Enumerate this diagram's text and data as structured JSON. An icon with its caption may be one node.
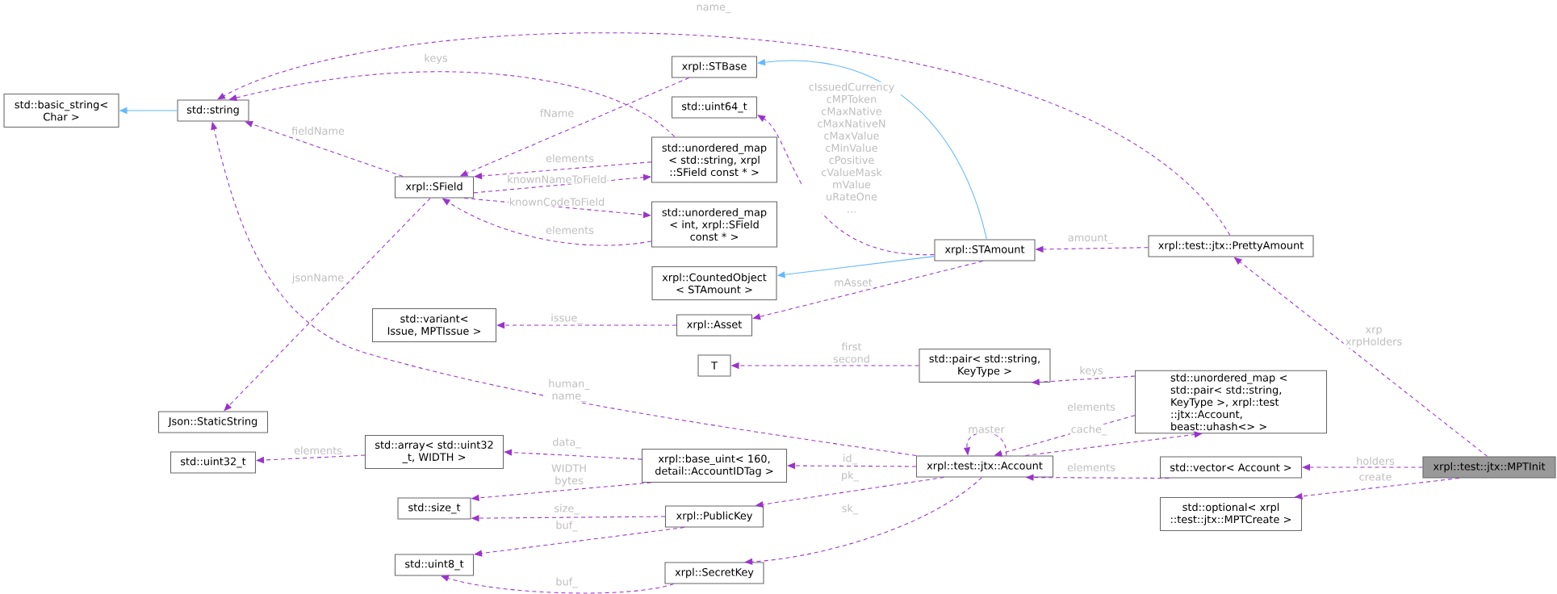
{
  "diagram": {
    "nodes": [
      {
        "text": [
          "std::basic_string< Char >"
        ]
      },
      {
        "text": [
          "std::string"
        ]
      },
      {
        "text": [
          "xrpl::SField"
        ]
      },
      {
        "text": [
          "Json::StaticString"
        ]
      },
      {
        "text": [
          "std::uint32_t"
        ]
      },
      {
        "text": [
          "xrpl::STBase"
        ]
      },
      {
        "text": [
          "std::uint64_t"
        ]
      },
      {
        "text": [
          "std::unordered_map < std::string, xrpl ::SField const * >"
        ]
      },
      {
        "text": [
          "std::unordered_map < int, xrpl::SField const * >"
        ]
      },
      {
        "text": [
          "xrpl::CountedObject < STAmount >"
        ]
      },
      {
        "text": [
          "std::variant< Issue, MPTIssue >"
        ]
      },
      {
        "text": [
          "xrpl::Asset"
        ]
      },
      {
        "text": [
          "T"
        ]
      },
      {
        "text": [
          "std::array< std::uint32 _t, WIDTH >"
        ]
      },
      {
        "text": [
          "std::size_t"
        ]
      },
      {
        "text": [
          "std::uint8_t"
        ]
      },
      {
        "text": [
          "xrpl::base_uint< 160, detail::AccountIDTag >"
        ]
      },
      {
        "text": [
          "xrpl::PublicKey"
        ]
      },
      {
        "text": [
          "xrpl::SecretKey"
        ]
      },
      {
        "text": [
          "xrpl::STAmount"
        ]
      },
      {
        "text": [
          "std::pair< std::string, KeyType >"
        ]
      },
      {
        "text": [
          "xrpl::test::jtx::Account"
        ]
      },
      {
        "text": [
          "xrpl::test::jtx::PrettyAmount"
        ]
      },
      {
        "text": [
          "std::unordered_map < std::pair< std::string, KeyType >, xrpl::test ::jtx::Account, beast::uhash<> >"
        ]
      },
      {
        "text": [
          "std::vector< Account >"
        ]
      },
      {
        "text": [
          "std::optional< xrpl ::test::jtx::MPTCreate >"
        ]
      },
      {
        "text": [
          "xrpl::test::jtx::MPTInit"
        ]
      }
    ],
    "edges": [
      {
        "from": 1,
        "to": 0,
        "arrow": "to",
        "color": "#63b8ff"
      },
      {
        "from": 22,
        "to": 1,
        "arrow": "to",
        "label": "name_",
        "style": "dashed"
      },
      {
        "from": 7,
        "to": 1,
        "arrow": "to",
        "label": "keys",
        "style": "dashed"
      },
      {
        "from": 5,
        "to": 2,
        "arrow": "to",
        "label": "fName",
        "style": "dashed"
      },
      {
        "from": 2,
        "to": 1,
        "arrow": "to",
        "label": "fieldName",
        "style": "dashed"
      },
      {
        "from": 7,
        "to": 2,
        "arrow": "to",
        "label": "elements",
        "style": "dashed"
      },
      {
        "from": 2,
        "to": 7,
        "arrow": "to",
        "label": "knownNameToField",
        "style": "dashed"
      },
      {
        "from": 2,
        "to": 8,
        "arrow": "to",
        "label": "knownCodeToField",
        "style": "dashed"
      },
      {
        "from": 8,
        "to": 2,
        "arrow": "to",
        "label": "elements",
        "style": "dashed"
      },
      {
        "from": 2,
        "to": 3,
        "arrow": "to",
        "label": "jsonName",
        "style": "dashed"
      },
      {
        "from": 19,
        "to": 5,
        "arrow": "to",
        "color": "#63b8ff"
      },
      {
        "from": 19,
        "to": 9,
        "arrow": "to",
        "color": "#63b8ff"
      },
      {
        "from": 19,
        "to": 6,
        "arrow": "to",
        "label": "cIssuedCurrency cMPToken cMaxNative cMaxNativeN cMaxValue cMinValue cPositive cValueMask mValue uRateOne ...",
        "style": "dashed"
      },
      {
        "from": 22,
        "to": 19,
        "arrow": "to",
        "label": "amount_",
        "style": "dashed"
      },
      {
        "from": 19,
        "to": 11,
        "arrow": "to",
        "label": "mAsset",
        "style": "dashed"
      },
      {
        "from": 11,
        "to": 10,
        "arrow": "to",
        "label": "issue_",
        "style": "dashed"
      },
      {
        "from": 20,
        "to": 12,
        "arrow": "to",
        "label": "first second",
        "style": "dashed"
      },
      {
        "from": 23,
        "to": 20,
        "arrow": "to",
        "label": "keys",
        "style": "dashed"
      },
      {
        "from": 23,
        "to": 21,
        "arrow": "to",
        "label": "elements",
        "style": "dashed"
      },
      {
        "from": 21,
        "to": 23,
        "arrow": "to",
        "label": "cache_",
        "style": "dashed"
      },
      {
        "from": 21,
        "to": 21,
        "arrow": "to",
        "label": "master",
        "style": "dashed"
      },
      {
        "from": 21,
        "to": 1,
        "arrow": "to",
        "label": "human_ name_",
        "style": "dashed"
      },
      {
        "from": 21,
        "to": 16,
        "arrow": "to",
        "label": "id_",
        "style": "dashed"
      },
      {
        "from": 21,
        "to": 17,
        "arrow": "to",
        "label": "pk_",
        "style": "dashed"
      },
      {
        "from": 21,
        "to": 18,
        "arrow": "to",
        "label": "sk_",
        "style": "dashed"
      },
      {
        "from": 16,
        "to": 13,
        "arrow": "to",
        "label": "data_",
        "style": "dashed"
      },
      {
        "from": 16,
        "to": 14,
        "arrow": "to",
        "label": "WIDTH bytes",
        "style": "dashed"
      },
      {
        "from": 13,
        "to": 4,
        "arrow": "to",
        "label": "elements",
        "style": "dashed"
      },
      {
        "from": 17,
        "to": 14,
        "arrow": "to",
        "label": "size_",
        "style": "dashed"
      },
      {
        "from": 17,
        "to": 15,
        "arrow": "to",
        "label": "buf_",
        "style": "dashed"
      },
      {
        "from": 18,
        "to": 15,
        "arrow": "to",
        "label": "buf_",
        "style": "dashed"
      },
      {
        "from": 24,
        "to": 21,
        "arrow": "to",
        "label": "elements",
        "style": "dashed"
      },
      {
        "from": 26,
        "to": 22,
        "arrow": "to",
        "label": "xrp xrpHolders",
        "style": "dashed"
      },
      {
        "from": 26,
        "to": 24,
        "arrow": "to",
        "label": "holders",
        "style": "dashed"
      },
      {
        "from": 26,
        "to": 25,
        "arrow": "to",
        "label": "create",
        "style": "dashed"
      }
    ]
  }
}
